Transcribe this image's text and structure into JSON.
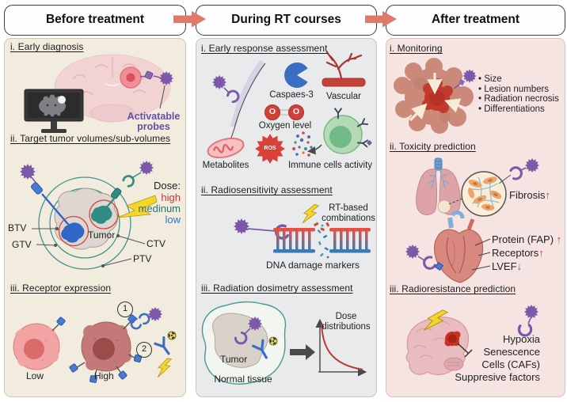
{
  "header": {
    "before": "Before treatment",
    "during": "During RT courses",
    "after": "After treatment"
  },
  "colors": {
    "panel_before_bg": "#f2ecdf",
    "panel_during_bg": "#e8eaec",
    "panel_after_bg": "#f6e4e3",
    "arrow_salmon": "#de7a6b",
    "probe_purple": "#7b58a8",
    "dose_high_red": "#d0352c",
    "dose_medium_teal": "#27746a",
    "dose_low_blue": "#2f6fd0",
    "increase_red": "#cf3a30",
    "decrease_blue": "#2f6fd0"
  },
  "before": {
    "s1": {
      "heading": "i. Early diagnosis",
      "probes_label": "Activatable probes"
    },
    "s2": {
      "heading": "ii. Target tumor volumes/sub-volumes",
      "dose_title": "Dose:",
      "dose_high": "high",
      "dose_medium": "medinum",
      "dose_low": "low",
      "btv": "BTV",
      "gtv": "GTV",
      "ctv": "CTV",
      "ptv": "PTV",
      "tumor": "Tumor"
    },
    "s3": {
      "heading": "iii. Receptor expression",
      "num1": "1",
      "num2": "2",
      "low": "Low",
      "high": "High"
    }
  },
  "during": {
    "s1": {
      "heading": "i. Early response assessment",
      "caspase": "Caspaes-3",
      "vascular": "Vascular",
      "o": "O",
      "oxygen": "Oxygen level",
      "metabolites": "Metabolites",
      "ros": "ROS",
      "immune": "Immune cells activity"
    },
    "s2": {
      "heading": "ii. Radiosensitivity assessment",
      "combos": "RT-based combinations",
      "dna": "DNA damage markers"
    },
    "s3": {
      "heading": "iii. Radiation dosimetry assessment",
      "tumor": "Tumor",
      "normal": "Normal tissue",
      "dose_dist": "Dose distributions"
    }
  },
  "after": {
    "s1": {
      "heading": "i. Monitoring",
      "bullets": [
        "Size",
        "Lesion numbers",
        "Radiation necrosis",
        "Differentiations"
      ]
    },
    "s2": {
      "heading": "ii. Toxicity prediction",
      "fibrosis": "Fibrosis",
      "protein": "Protein (FAP)",
      "receptors": "Receptors",
      "lvef": "LVEF",
      "arrow_up": "↑",
      "arrow_down": "↓"
    },
    "s3": {
      "heading": "iii. Radioresistance prediction",
      "lines": [
        "Hypoxia",
        "Senescence",
        "Cells (CAFs)",
        "Suppresive factors"
      ]
    }
  }
}
